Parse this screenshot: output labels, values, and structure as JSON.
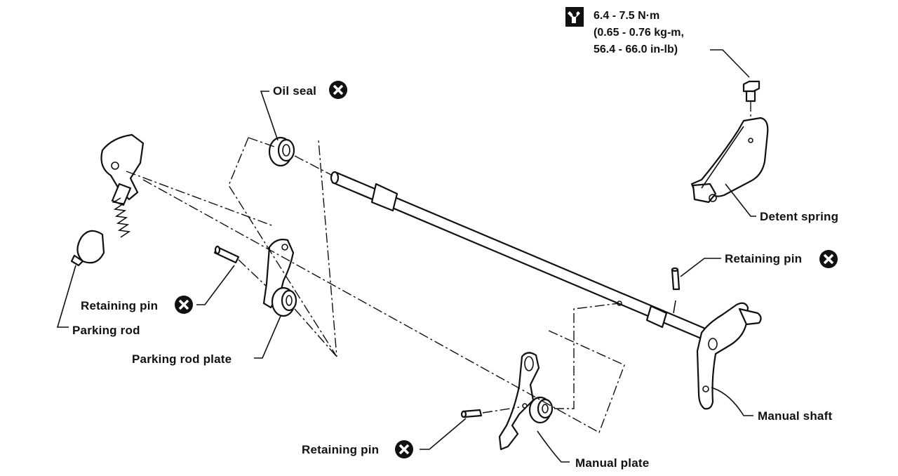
{
  "torque": {
    "line1": "6.4 - 7.5 N·m",
    "line2": "(0.65 - 0.76 kg-m,",
    "line3": "56.4 - 66.0 in-lb)",
    "icon": "torque-wrench-icon"
  },
  "labels": {
    "oil_seal": "Oil seal",
    "detent_spring": "Detent spring",
    "retaining_pin_right": "Retaining pin",
    "retaining_pin_left": "Retaining pin",
    "parking_rod": "Parking rod",
    "parking_rod_plate": "Parking rod plate",
    "manual_shaft": "Manual shaft",
    "retaining_pin_bottom": "Retaining pin",
    "manual_plate": "Manual plate"
  },
  "icons": {
    "replace_mark": "do-not-reuse-icon"
  }
}
